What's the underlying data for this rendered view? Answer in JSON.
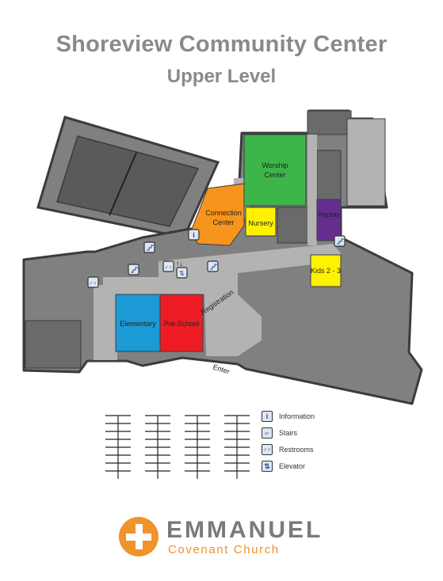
{
  "header": {
    "title": "Shoreview Community Center",
    "subtitle": "Upper Level"
  },
  "rooms": [
    {
      "id": "worship",
      "label_lines": [
        "Worship",
        "Center"
      ],
      "color": "#3db549"
    },
    {
      "id": "connection",
      "label_lines": [
        "Connection",
        "Center"
      ],
      "color": "#f7941d"
    },
    {
      "id": "nursery",
      "label_lines": [
        "Nursery"
      ],
      "color": "#fff200"
    },
    {
      "id": "replay",
      "label_lines": [
        "Replay"
      ],
      "color": "#662d91"
    },
    {
      "id": "kids",
      "label_lines": [
        "Kids 2 - 3"
      ],
      "color": "#fff200"
    },
    {
      "id": "elementary",
      "label_lines": [
        "Elementary"
      ],
      "color": "#1c9ad6"
    },
    {
      "id": "preschool",
      "label_lines": [
        "Pre-School"
      ],
      "color": "#ed1c24"
    }
  ],
  "map_labels": {
    "registration": "Registration",
    "enter": "Enter"
  },
  "legend": [
    {
      "icon": "information-icon",
      "glyph": "i",
      "label": "Information"
    },
    {
      "icon": "stairs-icon",
      "glyph": "⌐",
      "label": "Stairs"
    },
    {
      "icon": "restrooms-icon",
      "glyph": "♂♀",
      "label": "Restrooms"
    },
    {
      "icon": "elevator-icon",
      "glyph": "⇅",
      "label": "Elevator"
    }
  ],
  "logo": {
    "name": "EMMANUEL",
    "subname": "Covenant Church",
    "accent": "#f0932b"
  },
  "colors": {
    "building": "#808080",
    "wall": "#3b3b3b",
    "corridor": "#b3b3b3",
    "dark_block": "#5e5e5e"
  }
}
